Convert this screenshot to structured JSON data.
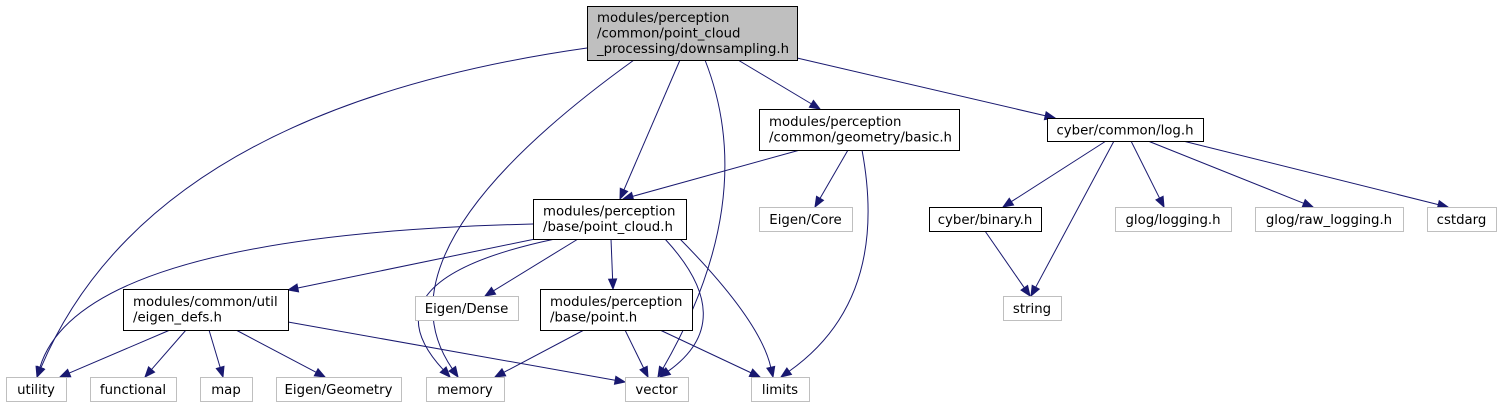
{
  "graph": {
    "colors": {
      "edge": "#191970",
      "main_fill": "#bfbfbf",
      "external_border": "#bfbfbf"
    },
    "nodes": [
      {
        "id": "downsampling",
        "lines": [
          "modules/perception",
          "/common/point_cloud",
          "_processing/downsampling.h"
        ],
        "kind": "main"
      },
      {
        "id": "geometry_basic",
        "lines": [
          "modules/perception",
          "/common/geometry/basic.h"
        ],
        "kind": "doc"
      },
      {
        "id": "cyber_log",
        "lines": [
          "cyber/common/log.h"
        ],
        "kind": "doc"
      },
      {
        "id": "point_cloud",
        "lines": [
          "modules/perception",
          "/base/point_cloud.h"
        ],
        "kind": "doc"
      },
      {
        "id": "eigen_core",
        "lines": [
          "Eigen/Core"
        ],
        "kind": "external"
      },
      {
        "id": "cyber_binary",
        "lines": [
          "cyber/binary.h"
        ],
        "kind": "doc"
      },
      {
        "id": "glog_logging",
        "lines": [
          "glog/logging.h"
        ],
        "kind": "external"
      },
      {
        "id": "glog_raw_logging",
        "lines": [
          "glog/raw_logging.h"
        ],
        "kind": "external"
      },
      {
        "id": "cstdarg",
        "lines": [
          "cstdarg"
        ],
        "kind": "external"
      },
      {
        "id": "eigen_defs",
        "lines": [
          "modules/common/util",
          "/eigen_defs.h"
        ],
        "kind": "doc"
      },
      {
        "id": "eigen_dense",
        "lines": [
          "Eigen/Dense"
        ],
        "kind": "external"
      },
      {
        "id": "base_point",
        "lines": [
          "modules/perception",
          "/base/point.h"
        ],
        "kind": "doc"
      },
      {
        "id": "string",
        "lines": [
          "string"
        ],
        "kind": "external"
      },
      {
        "id": "utility",
        "lines": [
          "utility"
        ],
        "kind": "external"
      },
      {
        "id": "functional",
        "lines": [
          "functional"
        ],
        "kind": "external"
      },
      {
        "id": "map",
        "lines": [
          "map"
        ],
        "kind": "external"
      },
      {
        "id": "eigen_geometry",
        "lines": [
          "Eigen/Geometry"
        ],
        "kind": "external"
      },
      {
        "id": "memory",
        "lines": [
          "memory"
        ],
        "kind": "external"
      },
      {
        "id": "vector",
        "lines": [
          "vector"
        ],
        "kind": "external"
      },
      {
        "id": "limits",
        "lines": [
          "limits"
        ],
        "kind": "external"
      }
    ],
    "edges": [
      [
        "downsampling",
        "utility"
      ],
      [
        "downsampling",
        "memory"
      ],
      [
        "downsampling",
        "point_cloud"
      ],
      [
        "downsampling",
        "vector"
      ],
      [
        "downsampling",
        "geometry_basic"
      ],
      [
        "downsampling",
        "cyber_log"
      ],
      [
        "geometry_basic",
        "point_cloud"
      ],
      [
        "geometry_basic",
        "eigen_core"
      ],
      [
        "geometry_basic",
        "limits"
      ],
      [
        "cyber_log",
        "cyber_binary"
      ],
      [
        "cyber_log",
        "string"
      ],
      [
        "cyber_log",
        "glog_logging"
      ],
      [
        "cyber_log",
        "glog_raw_logging"
      ],
      [
        "cyber_log",
        "cstdarg"
      ],
      [
        "cyber_binary",
        "string"
      ],
      [
        "point_cloud",
        "utility"
      ],
      [
        "point_cloud",
        "eigen_defs"
      ],
      [
        "point_cloud",
        "memory"
      ],
      [
        "point_cloud",
        "eigen_dense"
      ],
      [
        "point_cloud",
        "base_point"
      ],
      [
        "point_cloud",
        "vector"
      ],
      [
        "point_cloud",
        "limits"
      ],
      [
        "eigen_defs",
        "utility"
      ],
      [
        "eigen_defs",
        "functional"
      ],
      [
        "eigen_defs",
        "map"
      ],
      [
        "eigen_defs",
        "eigen_geometry"
      ],
      [
        "eigen_defs",
        "vector"
      ],
      [
        "base_point",
        "memory"
      ],
      [
        "base_point",
        "vector"
      ],
      [
        "base_point",
        "limits"
      ]
    ]
  }
}
